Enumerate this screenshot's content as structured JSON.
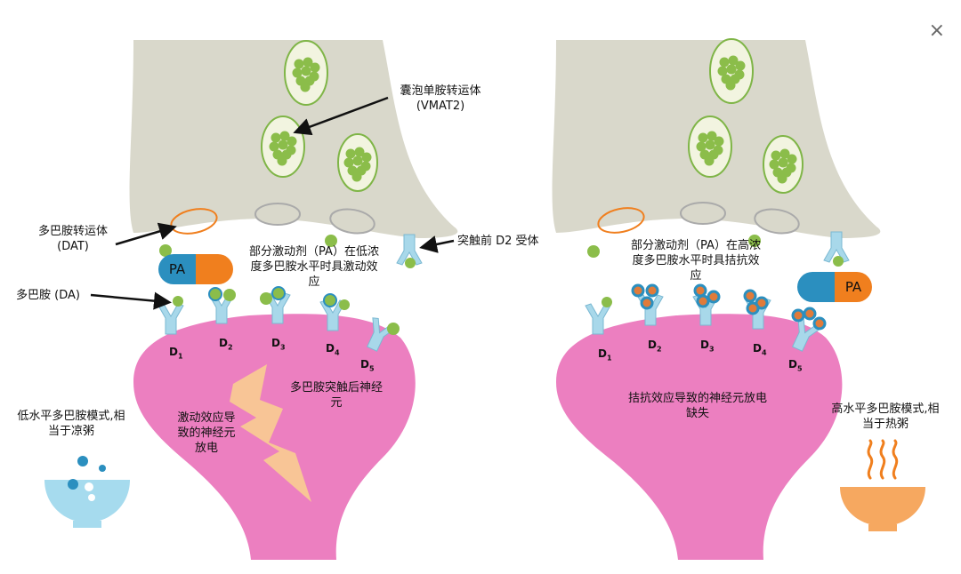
{
  "close_icon": "×",
  "left": {
    "vmat2_label": "囊泡单胺转运体",
    "vmat2_sub": "(VMAT2)",
    "dat_label": "多巴胺转运体",
    "dat_sub": "(DAT)",
    "da_label": "多巴胺 (DA)",
    "presyn_d2_label": "突触前 D2 受体",
    "pa_caption": "部分激动剂（PA）在低浓度多巴胺水平时具激动效应",
    "pill_left": "PA",
    "postsyn_label": "多巴胺突触后神经元",
    "agonist_label": "激动效应导致的神经元放电",
    "bowl_label": "低水平多巴胺模式,相当于凉粥"
  },
  "right": {
    "pa_caption": "部分激动剂（PA）在高浓度多巴胺水平时具拮抗效应",
    "pill_right": "PA",
    "antagonist_label": "拮抗效应导致的神经元放电缺失",
    "bowl_label": "高水平多巴胺模式,相当于热粥"
  },
  "receptors": [
    "D1",
    "D2",
    "D3",
    "D4",
    "D5"
  ],
  "colors": {
    "presynaptic": "#d9d8cb",
    "postsynaptic": "#ec7fc0",
    "vesicle_fill": "#f2f4e0",
    "vesicle_stroke": "#7fb547",
    "dopamine": "#8bbd4a",
    "receptor": "#a8d8ea",
    "pill_blue": "#2b8fbf",
    "pill_orange": "#f07f1e",
    "lightning": "#f8c596",
    "cold_bowl": "#a6dbee",
    "hot_bowl": "#f6a860"
  }
}
